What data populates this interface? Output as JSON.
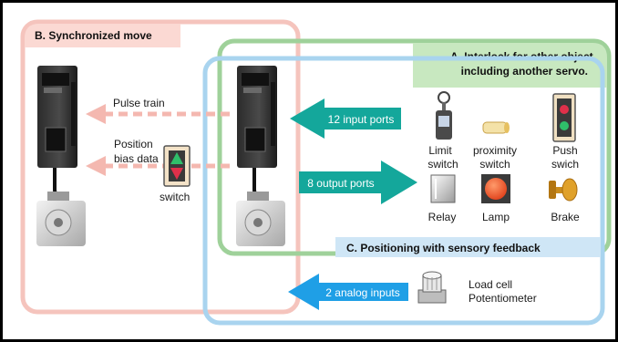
{
  "colors": {
    "sync_region": "#f5c4bd",
    "interlock_region": "#9fd19a",
    "feedback_region": "#a9d4ef",
    "sync_label_bg": "#fbd9d3",
    "interlock_label_bg": "#c8e8c0",
    "feedback_label_bg": "#cfe6f6",
    "teal_arrow": "#14a79b",
    "blue_arrow": "#1f9fe6",
    "dashed_arrow": "#f4b8b0"
  },
  "sections": {
    "sync": {
      "title": "B. Synchronized move"
    },
    "interlock": {
      "title_line1": "A. Interlock for other object,",
      "title_line2": "including another servo."
    },
    "feedback": {
      "title": "C. Positioning with sensory feedback"
    }
  },
  "signals": {
    "pulse_train": "Pulse train",
    "position_bias_line1": "Position",
    "position_bias_line2": "bias data",
    "switch": "switch"
  },
  "ports": {
    "inputs": "12 input ports",
    "outputs": "8 output ports",
    "analog": "2 analog inputs"
  },
  "devices": {
    "limit_switch_line1": "Limit",
    "limit_switch_line2": "switch",
    "proximity_switch_line1": "proximity",
    "proximity_switch_line2": "switch",
    "push_switch_line1": "Push",
    "push_switch_line2": "swich",
    "relay": "Relay",
    "lamp": "Lamp",
    "brake": "Brake",
    "load_cell": "Load cell",
    "potentiometer": "Potentiometer"
  },
  "icons": {
    "servo_driver": "servo-driver-icon",
    "servo_motor": "servo-motor-icon",
    "updown_switch": "updown-switch-icon",
    "limit_switch": "limit-switch-icon",
    "proximity_switch": "proximity-switch-icon",
    "push_switch": "push-switch-icon",
    "relay": "relay-icon",
    "lamp": "lamp-icon",
    "brake": "brake-icon",
    "load_cell": "load-cell-icon"
  }
}
